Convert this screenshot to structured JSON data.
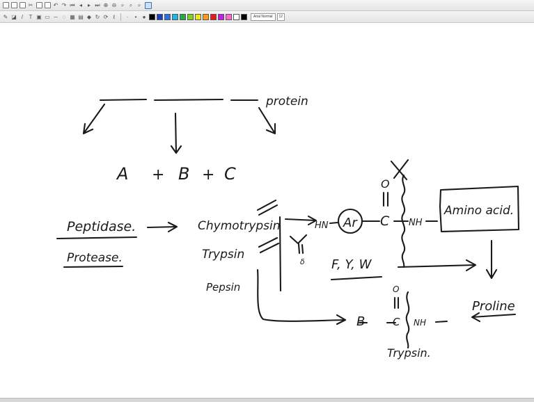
{
  "toolbar": {
    "font_name": "Arial Normal",
    "font_size": "12",
    "palette": [
      "#000000",
      "#1f3fbf",
      "#2c6fe0",
      "#1ab8e8",
      "#23a84a",
      "#7ed321",
      "#e8e81a",
      "#ff9a1a",
      "#e81a1a",
      "#c81ae8",
      "#ff6ad0",
      "#ffffff",
      "#000000"
    ]
  },
  "notes": {
    "protein": "protein",
    "A": "A",
    "plus1": "+",
    "B": "B",
    "plus2": "+",
    "C": "C",
    "peptidase": "Peptidase.",
    "protease": "Protease.",
    "chymotrypsin": "Chymotrypsin",
    "trypsin": "Trypsin",
    "pepsin": "Pepsin",
    "HN": "HN",
    "Ar": "Ar",
    "carbonyl_O": "O",
    "carbonyl_C": "C",
    "NH": "NH",
    "amino_acid": "Amino acid.",
    "FYW": "F, Y, W",
    "proline": "Proline",
    "B2": "B",
    "O2": "O",
    "C2": "C",
    "NH2": "NH",
    "trypsin2": "Trypsin."
  }
}
